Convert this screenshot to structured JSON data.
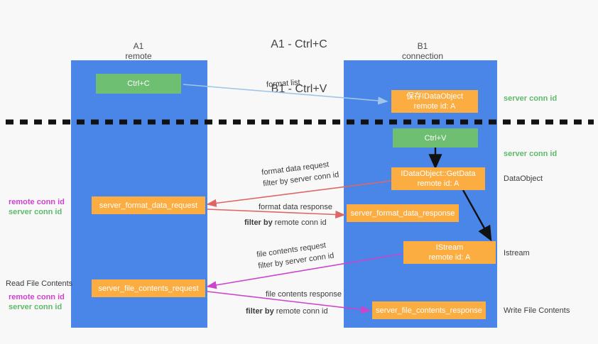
{
  "title": {
    "line1": "A1 - Ctrl+C",
    "line2": "B1 - Ctrl+V"
  },
  "columns": {
    "left": {
      "name": "A1",
      "role": "remote"
    },
    "right": {
      "name": "B1",
      "role": "connection"
    }
  },
  "colors": {
    "lane": "#4a86e8",
    "node_green": "#6fbf73",
    "node_orange": "#fbad42",
    "server_conn_id": "#5fb96b",
    "remote_conn_id": "#cc44cc",
    "arrow_blue": "#9fc5e8",
    "arrow_red": "#e06666",
    "arrow_magenta": "#cc44cc",
    "arrow_black": "#000000",
    "divider": "#000000"
  },
  "nodes": {
    "ctrl_c": {
      "line1": "Ctrl+C",
      "line2": ""
    },
    "save_idataobject": {
      "line1": "保存IDataObject",
      "line2": "remote id: A"
    },
    "ctrl_v": {
      "line1": "Ctrl+V",
      "line2": ""
    },
    "getdata": {
      "line1": "IDataObject::GetData",
      "line2": "remote id: A"
    },
    "fmt_req": {
      "line1": "server_format_data_request",
      "line2": ""
    },
    "fmt_resp": {
      "line1": "server_format_data_response",
      "line2": ""
    },
    "istream": {
      "line1": "IStream",
      "line2": "remote id: A"
    },
    "file_req": {
      "line1": "server_file_contents_request",
      "line2": ""
    },
    "file_resp": {
      "line1": "server_file_contents_response",
      "line2": ""
    }
  },
  "wire_labels": {
    "format_list": "format list",
    "format_data_request": "format data request",
    "format_data_response": "format data response",
    "file_contents_request": "file contents request",
    "file_contents_response": "file contents response",
    "filter_by": "filter by",
    "server_conn_id": "server conn id",
    "remote_conn_id": "remote conn id"
  },
  "right_labels": {
    "server_conn_id_top": "server conn id",
    "server_conn_id_mid": "server conn id",
    "dataobject": "DataObject",
    "istream": "Istream",
    "write_file_contents": "Write File Contents"
  },
  "left_labels": {
    "remote_conn_id_1": "remote conn id",
    "server_conn_id_1": "server conn id",
    "read_file_contents": "Read File Contents",
    "remote_conn_id_2": "remote conn id",
    "server_conn_id_2": "server conn id"
  }
}
